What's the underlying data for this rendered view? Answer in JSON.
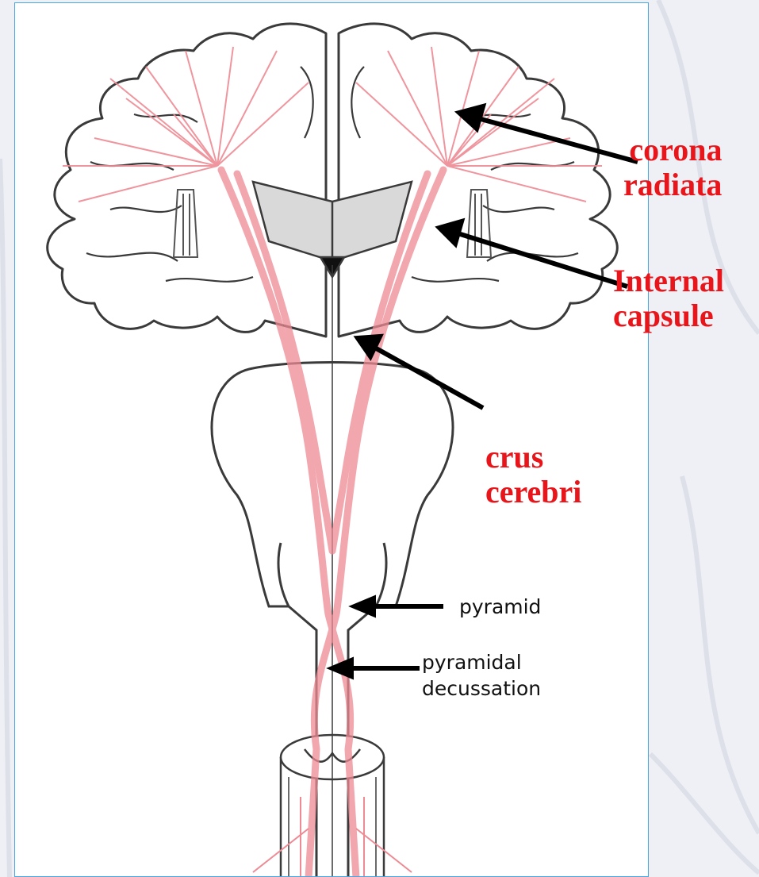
{
  "colors": {
    "background": "#eef0f6",
    "panel_border": "#4aa6e0",
    "tract": "#ee8a94",
    "outline": "#3a3a3a",
    "label_red": "#e8151b",
    "label_black": "#111111",
    "arrow": "#000000"
  },
  "labels": {
    "corona_radiata": [
      "corona",
      "radiata"
    ],
    "internal_capsule": [
      "Internal",
      "capsule"
    ],
    "crus_cerebri": [
      "crus",
      "cerebri"
    ],
    "pyramid": "pyramid",
    "pyramidal_decussation": [
      "pyramidal",
      "decussation"
    ]
  }
}
